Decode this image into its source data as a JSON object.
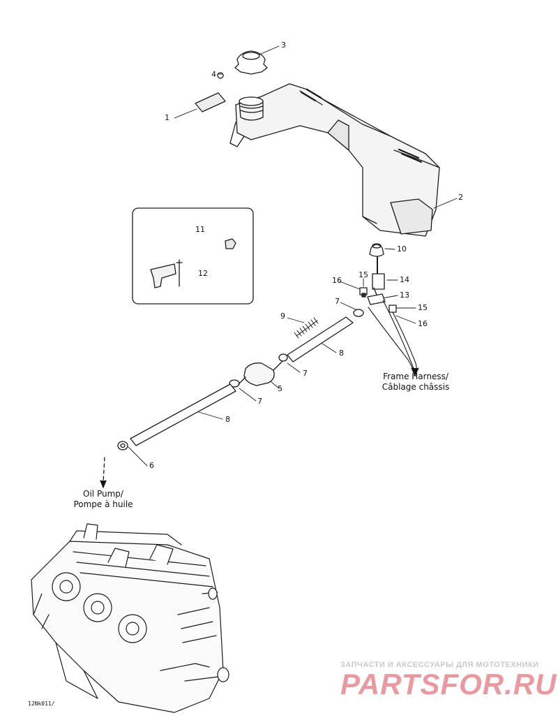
{
  "callouts": [
    "1",
    "2",
    "3",
    "4",
    "5",
    "6",
    "7",
    "7",
    "7",
    "8",
    "8",
    "9",
    "10",
    "11",
    "12",
    "13",
    "14",
    "15",
    "15",
    "16",
    "16"
  ],
  "captions": {
    "frame_line1": "Frame Harness/",
    "frame_line2": "Câblage châssis",
    "oil_line1": "Oil Pump/",
    "oil_line2": "Pompe à huile"
  },
  "diagram_code": "12Nk011/",
  "watermark": {
    "top": "ЗАПЧАСТИ И АКСЕССУАРЫ ДЛЯ МОТОТЕХНИКИ",
    "logo": "PARTSFOR.RU",
    "color": "#e0303b"
  },
  "icons": [
    "oil-tank",
    "filler-cap",
    "gasket",
    "bracket",
    "filter",
    "clamp",
    "hose",
    "spring",
    "grommet",
    "t-connector",
    "sensor",
    "connector",
    "engine"
  ]
}
